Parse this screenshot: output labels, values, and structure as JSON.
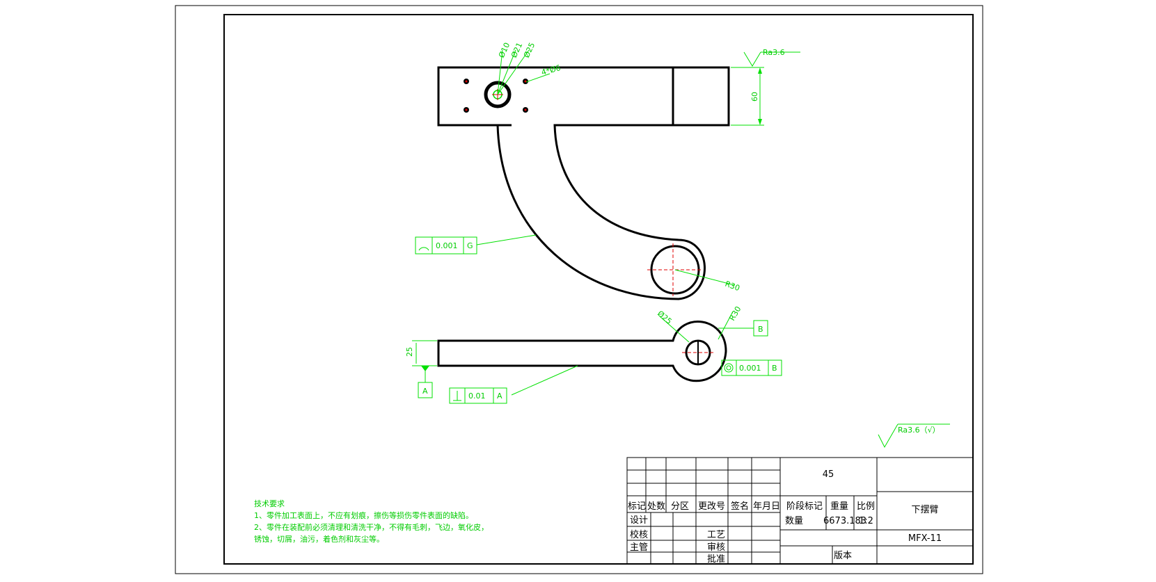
{
  "annotations": {
    "ra_top": "Ra3.6",
    "ra_general": "Ra3.6（√）",
    "dim_60": "60",
    "dim_25": "25",
    "hole_d10": "Ø10",
    "hole_d21": "Ø21",
    "hole_d25_top": "Ø25",
    "holes_4xd6": "4*Ø6",
    "radius_r30_a": "R30",
    "dia_25_bottom": "Ø25",
    "radius_r30_b": "R30"
  },
  "tolerances": {
    "profile": {
      "value": "0.001",
      "datum": "G"
    },
    "concentric": {
      "value": "0.001",
      "datum": "B"
    },
    "perpendicular": {
      "value": "0.01",
      "datum": "A"
    }
  },
  "datums": {
    "a": "A",
    "b": "B"
  },
  "tech_requirements": {
    "title": "技术要求",
    "line1": "1、零件加工表面上，不应有划痕，擦伤等损伤零件表面的缺陷。",
    "line2": "2、零件在装配前必须清理和清洗干净，不得有毛刺，飞边，氧化皮，",
    "line3": "锈蚀，切屑，油污，着色剂和灰尘等。"
  },
  "title_block": {
    "material": "45",
    "headers": [
      "标记",
      "处数",
      "分区",
      "更改号",
      "签名",
      "年月日"
    ],
    "stage_mark": "阶段标记",
    "weight": "重量",
    "scale": "比例",
    "design": "设计",
    "check": "校核",
    "supervisor": "主管",
    "process": "工艺",
    "review": "审核",
    "approve": "批准",
    "quantity": "数量",
    "weight_value": "6673.183",
    "scale_value": "1:2",
    "part_name": "下摆臂",
    "drawing_no": "MFX-11",
    "version": "版本"
  }
}
